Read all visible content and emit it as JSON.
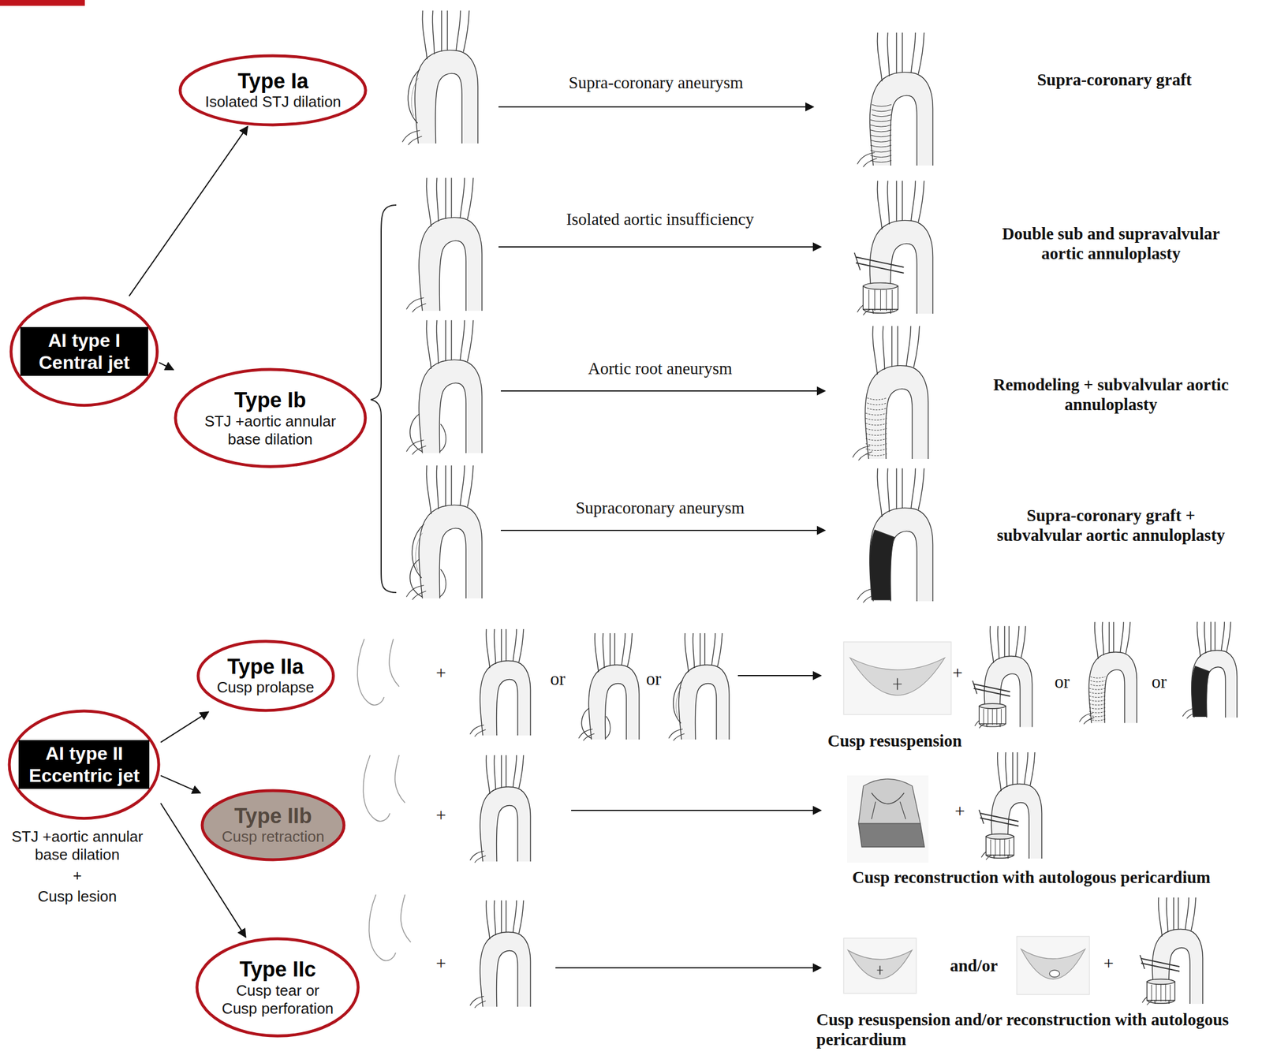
{
  "diagram": {
    "nodes": [
      {
        "text": [
          "AI type I Central jet"
        ]
      },
      {
        "text": [
          "Type Ia",
          "Isolated STJ dilation"
        ]
      },
      {
        "text": [
          "Type Ib",
          "STJ +aortic annular base dilation"
        ]
      },
      {
        "text": [
          "AI type II Eccentric jet"
        ]
      },
      {
        "text": [
          "Type IIa",
          "Cusp prolapse"
        ]
      },
      {
        "text": [
          "Type IIb",
          "Cusp retraction"
        ]
      },
      {
        "text": [
          "Type IIc",
          "Cusp tear or Cusp perforation"
        ]
      }
    ],
    "edges": [
      {
        "from": 0,
        "to": 1,
        "arrow": "to"
      },
      {
        "from": 0,
        "to": 2,
        "arrow": "to"
      },
      {
        "from": 3,
        "to": 4,
        "arrow": "to"
      },
      {
        "from": 3,
        "to": 5,
        "arrow": "to"
      },
      {
        "from": 3,
        "to": 6,
        "arrow": "to"
      }
    ],
    "labels": [
      "Supra-coronary aneurysm",
      "Supra-coronary graft",
      "Isolated aortic insufficiency",
      "Double sub and supravalvular aortic annuloplasty",
      "Aortic root aneurysm",
      "Remodeling + subvalvular aortic annuloplasty",
      "Supracoronary aneurysm",
      "Supra-coronary graft + subvalvular aortic annuloplasty",
      "STJ +aortic annular base dilation",
      "+",
      "Cusp lesion",
      "+",
      "or",
      "or",
      "+",
      "or",
      "or",
      "Cusp resuspension",
      "+",
      "+",
      "Cusp reconstruction with autologous pericardium",
      "+",
      "and/or",
      "+",
      "Cusp resuspension and/or reconstruction with autologous pericardium"
    ]
  }
}
